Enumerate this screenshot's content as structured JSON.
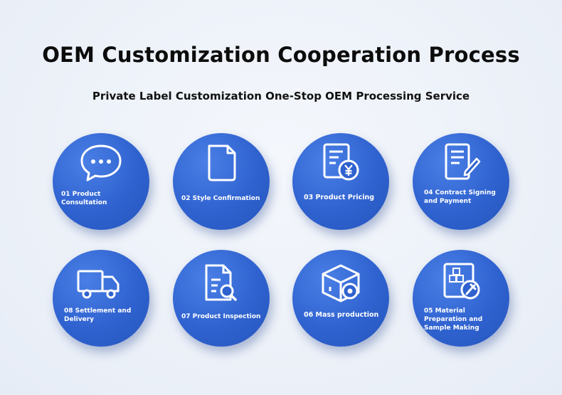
{
  "header": {
    "title": "OEM Customization Cooperation Process",
    "subtitle": "Private Label Customization One-Stop OEM Processing Service"
  },
  "steps": [
    {
      "label": "01 Product Consultation",
      "icon": "chat-bubble-icon"
    },
    {
      "label": "02 Style Confirmation",
      "icon": "document-icon"
    },
    {
      "label": "03 Product Pricing",
      "icon": "price-document-icon"
    },
    {
      "label": "04 Contract Signing and Payment",
      "icon": "contract-pen-icon"
    },
    {
      "label": "08 Settlement and Delivery",
      "icon": "truck-icon"
    },
    {
      "label": "07 Product Inspection",
      "icon": "document-search-icon"
    },
    {
      "label": "06 Mass production",
      "icon": "box-gear-icon"
    },
    {
      "label": "05 Material Preparation and Sample Making",
      "icon": "materials-wrench-icon"
    }
  ]
}
